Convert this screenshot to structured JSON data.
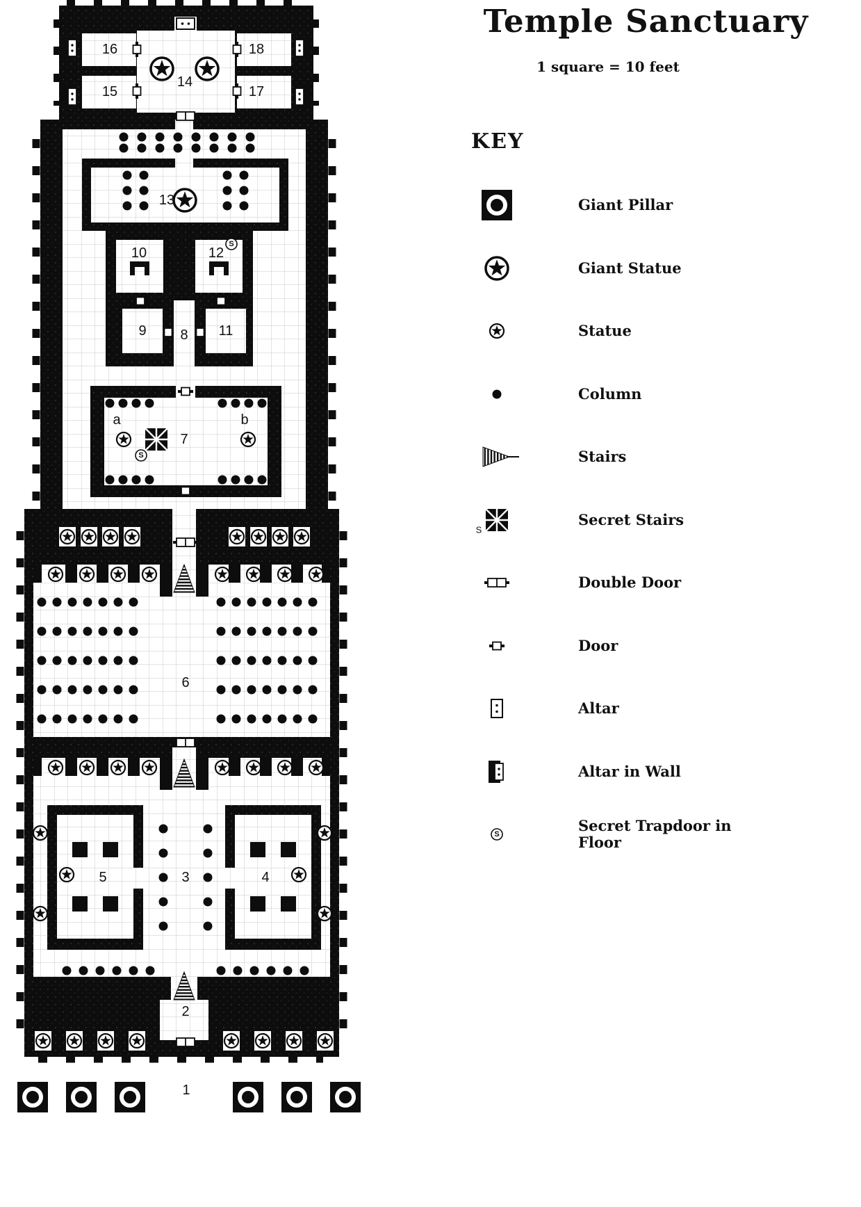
{
  "title": "Temple Sanctuary",
  "scale_note": "1 square = 10 feet",
  "key": {
    "heading": "KEY",
    "secret_stairs_letter": "S",
    "items": [
      {
        "name": "giant-pillar",
        "label": "Giant Pillar"
      },
      {
        "name": "giant-statue",
        "label": "Giant Statue"
      },
      {
        "name": "statue",
        "label": "Statue"
      },
      {
        "name": "column",
        "label": "Column"
      },
      {
        "name": "stairs",
        "label": "Stairs"
      },
      {
        "name": "secret-stairs",
        "label": "Secret Stairs"
      },
      {
        "name": "double-door",
        "label": "Double Door"
      },
      {
        "name": "door",
        "label": "Door"
      },
      {
        "name": "altar",
        "label": "Altar"
      },
      {
        "name": "altar-in-wall",
        "label": "Altar in Wall"
      },
      {
        "name": "secret-trapdoor",
        "label": "Secret Trapdoor in Floor"
      }
    ]
  },
  "glyphs": {
    "secret_marker": "S"
  },
  "map": {
    "rooms": [
      {
        "label": "1"
      },
      {
        "label": "2"
      },
      {
        "label": "3"
      },
      {
        "label": "4"
      },
      {
        "label": "5"
      },
      {
        "label": "6"
      },
      {
        "label": "7"
      },
      {
        "label": "8"
      },
      {
        "label": "9"
      },
      {
        "label": "10"
      },
      {
        "label": "11"
      },
      {
        "label": "12"
      },
      {
        "label": "13"
      },
      {
        "label": "14"
      },
      {
        "label": "15"
      },
      {
        "label": "16"
      },
      {
        "label": "17"
      },
      {
        "label": "18"
      },
      {
        "label": "a"
      },
      {
        "label": "b"
      }
    ]
  },
  "colors": {
    "wall": "#0d0d0d",
    "floor": "#ffffff",
    "grid_line": "#c9c9c9"
  }
}
